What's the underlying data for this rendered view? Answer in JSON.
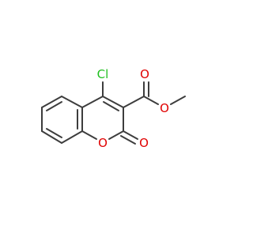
{
  "molecule": {
    "colors": {
      "bond": "#3d3d3d",
      "oxygen": "#e00000",
      "chlorine": "#1fbf1f"
    },
    "atoms": {
      "cl": {
        "label": "Cl",
        "element": "chlorine"
      },
      "o_ester_carbonyl": {
        "label": "O",
        "element": "oxygen"
      },
      "o_ester_ether": {
        "label": "O",
        "element": "oxygen"
      },
      "o_ring": {
        "label": "O",
        "element": "oxygen"
      },
      "o_lactone_carbonyl": {
        "label": "O",
        "element": "oxygen"
      }
    }
  }
}
